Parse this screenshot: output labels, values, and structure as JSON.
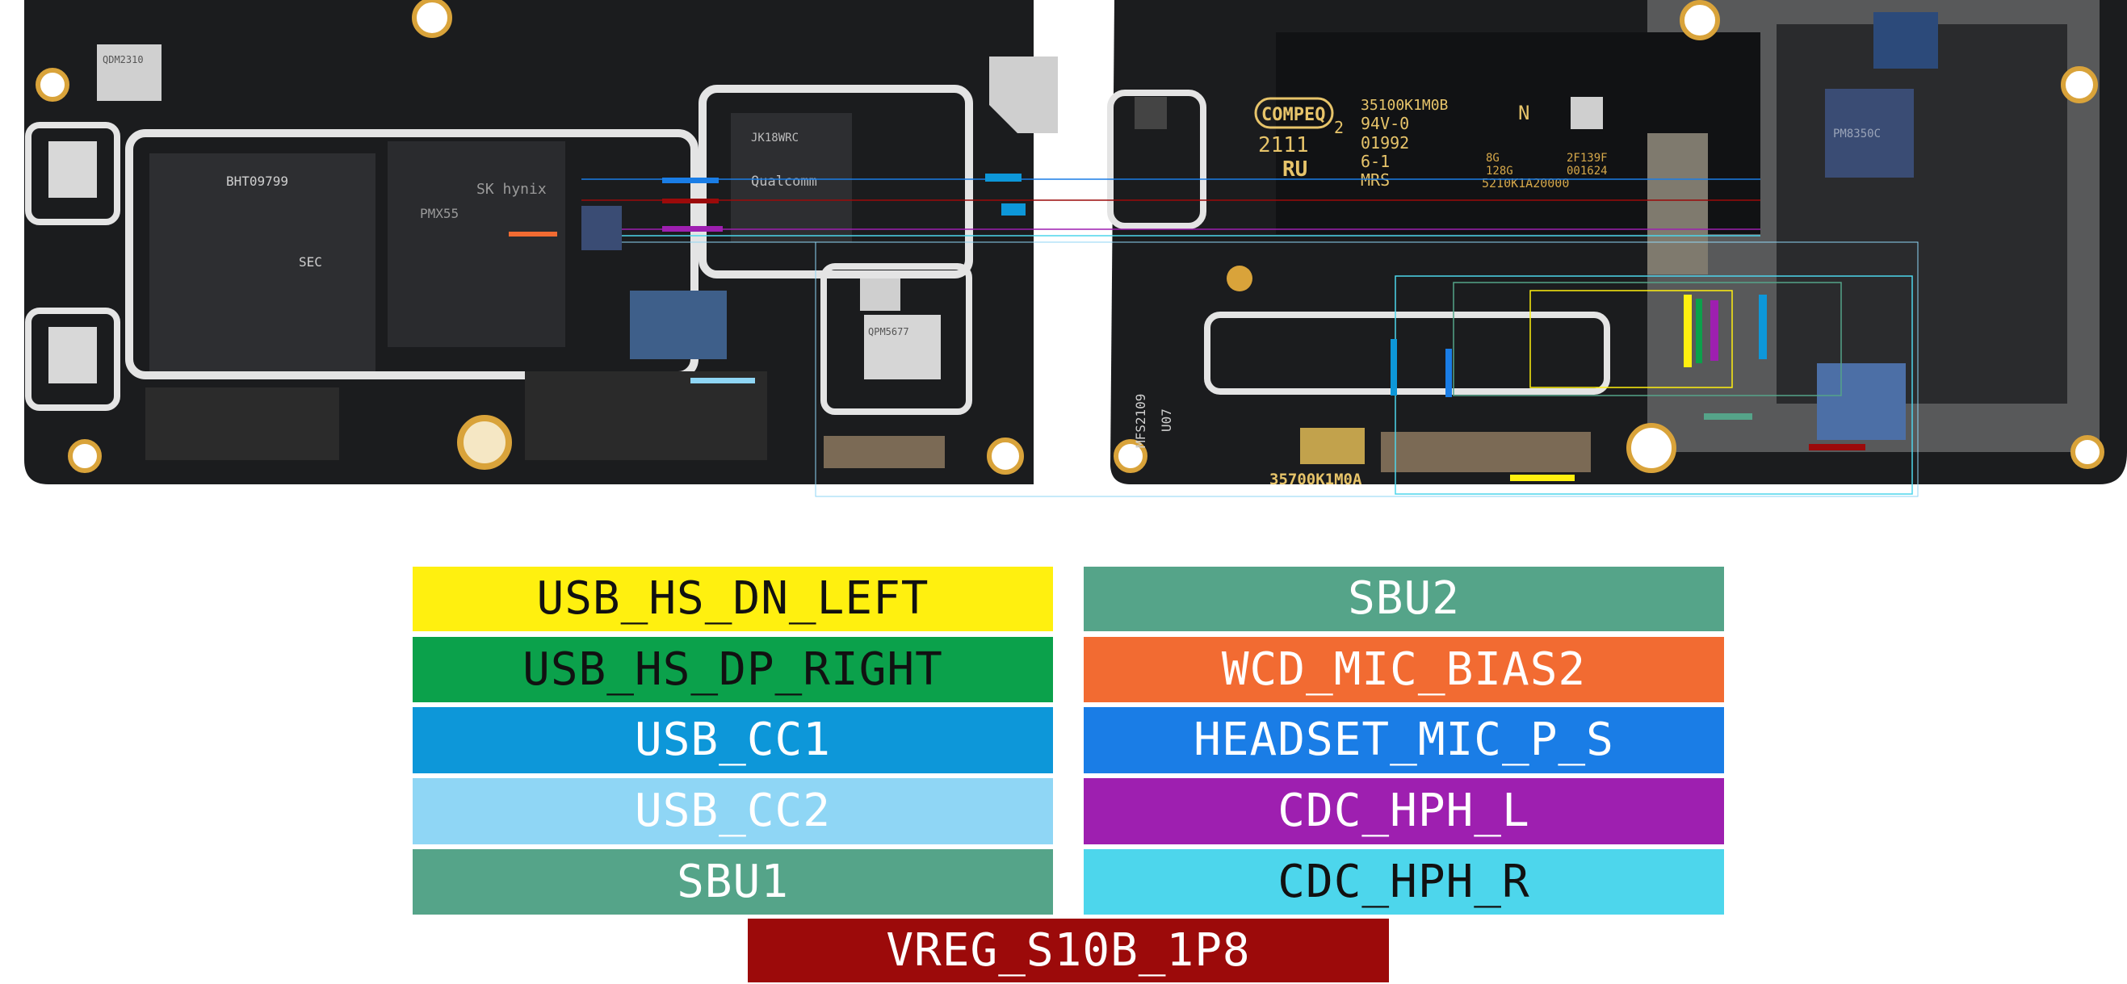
{
  "board": {
    "silkscreen": {
      "maker_logo": "COMPEQ",
      "maker_suffix": "2",
      "maker_code": "2111",
      "ul_mark": "RU",
      "part_number_top": "35100K1M0B",
      "rating": "94V-0",
      "date_a": "01992",
      "date_b": "6-1",
      "flag": "MRS",
      "n_mark": "N",
      "mem_a": "8G",
      "mem_b": "128G",
      "code_a": "2F139F",
      "code_b": "001624",
      "board_id": "5210K1A20000",
      "part_number_bottom": "35700K1M0A",
      "conn_label_a": "MFS2109",
      "conn_label_b": "U07",
      "chip_qualcomm": "Qualcomm",
      "chip_bht": "BHT09799",
      "chip_sec": "SEC",
      "chip_sk": "SK hynix",
      "chip_pmx": "PMX55",
      "chip_jk": "JK18WRC",
      "chip_qpm": "QPM5677",
      "chip_qdm": "QDM2310",
      "chip_pm": "PM8350C"
    }
  },
  "legend": {
    "usb_hs_dn_left": "USB_HS_DN_LEFT",
    "usb_hs_dp_right": "USB_HS_DP_RIGHT",
    "usb_cc1": "USB_CC1",
    "usb_cc2": "USB_CC2",
    "sbu1": "SBU1",
    "sbu2": "SBU2",
    "wcd_mic_bias2": "WCD_MIC_BIAS2",
    "headset_mic_p_s": "HEADSET_MIC_P_S",
    "cdc_hph_l": "CDC_HPH_L",
    "cdc_hph_r": "CDC_HPH_R",
    "vreg_s10b_1p8": "VREG_S10B_1P8"
  },
  "colors": {
    "usb_hs_dn_left": "#fff00f",
    "usb_hs_dp_right": "#0ba14b",
    "usb_cc1": "#0d97d9",
    "usb_cc2": "#8fd6f5",
    "sbu1": "#55a489",
    "sbu2": "#55a489",
    "wcd_mic_bias2": "#f26b32",
    "headset_mic_p_s": "#1a7de6",
    "cdc_hph_l": "#9e1fb0",
    "cdc_hph_r": "#4dd6ec",
    "vreg_s10b_1p8": "#9c0a0a",
    "pcb": "#1b1c1e",
    "shield": "#e4e4e4",
    "watermark": "#f0b4b8"
  }
}
